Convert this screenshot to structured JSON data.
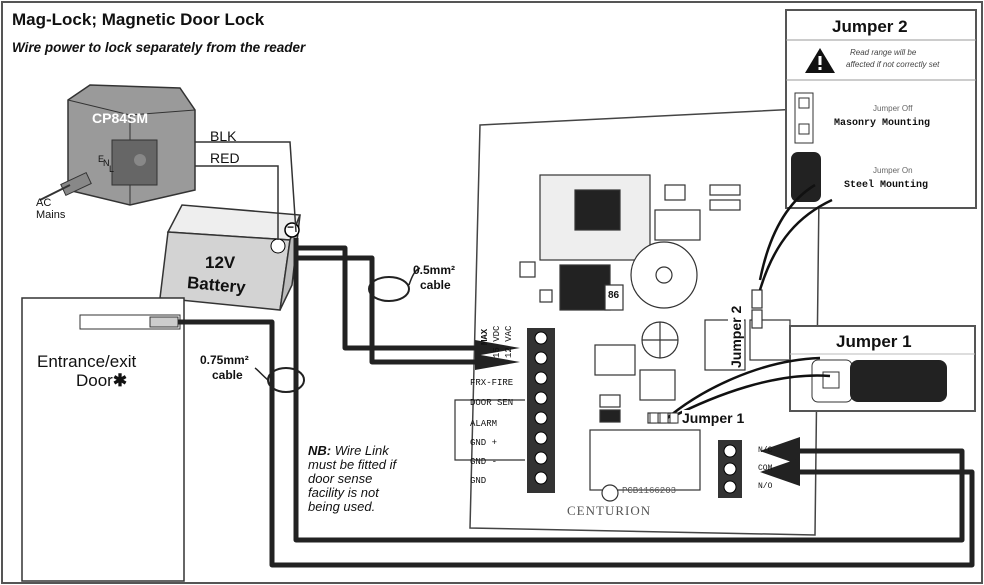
{
  "title": "Mag-Lock; Magnetic Door Lock",
  "subtitle": "Wire power to lock separately from the reader",
  "psu": {
    "label": "CP84SM",
    "terminal_e": "E",
    "terminal_n": "N",
    "terminal_l": "L"
  },
  "ac_mains": {
    "line1": "AC",
    "line2": "Mains"
  },
  "wires": {
    "blk": "BLK",
    "red": "RED"
  },
  "battery": {
    "line1": "12V",
    "line2": "Battery"
  },
  "battery_minus": "−",
  "door": {
    "line1": "Entrance/exit",
    "line2": "Door",
    "asterisk": "✱"
  },
  "cable_05": {
    "line1": "0.5mm²",
    "line2": "cable"
  },
  "cable_075": {
    "line1": "0.75mm²",
    "line2": "cable"
  },
  "terminals": [
    "MAX",
    "15 VDC",
    "12 VAC",
    "FRX-FIRE",
    "DOOR SEN",
    "ALARM",
    "GND +",
    "GND -",
    "GND"
  ],
  "relay_terminals": [
    "N/C",
    "COM",
    "N/O"
  ],
  "note": {
    "bold": "NB:",
    "line1": " Wire Link",
    "line2": "must be fitted if",
    "line3": "door sense",
    "line4": "facility is not",
    "line5": "being used."
  },
  "board": {
    "pcb_code": "PCB1166203",
    "brand": "CENTURION",
    "chip_label": "86"
  },
  "jumper1_label": "Jumper 1",
  "jumper2_label": "Jumper 2",
  "jumper2_panel": {
    "title": "Jumper 2",
    "warning_line1": "Read range will be",
    "warning_line2": "affected if not correctly set",
    "opt1_small": "Jumper Off",
    "opt1_bold": "Masonry Mounting",
    "opt2_small": "Jumper On",
    "opt2_bold": "Steel Mounting"
  },
  "jumper1_panel": {
    "title": "Jumper 1"
  },
  "icons": [
    "warning-icon",
    "buzzer-icon",
    "crosshair-icon"
  ]
}
